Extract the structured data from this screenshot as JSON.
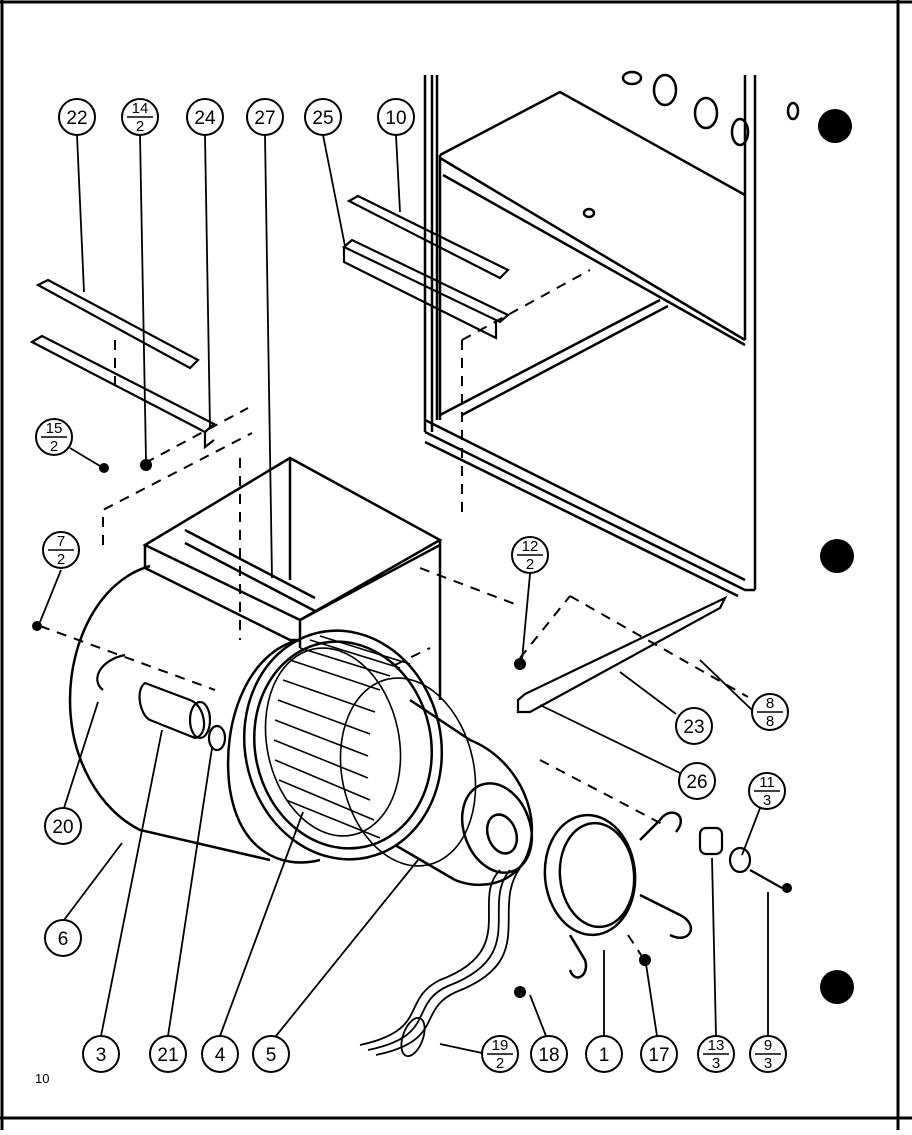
{
  "page": {
    "page_number": "10"
  },
  "callouts": [
    {
      "id": "c22",
      "label": "22"
    },
    {
      "id": "c14_2",
      "top": "14",
      "bottom": "2"
    },
    {
      "id": "c24",
      "label": "24"
    },
    {
      "id": "c27",
      "label": "27"
    },
    {
      "id": "c25",
      "label": "25"
    },
    {
      "id": "c10",
      "label": "10"
    },
    {
      "id": "c15_2",
      "top": "15",
      "bottom": "2"
    },
    {
      "id": "c7_2",
      "top": "7",
      "bottom": "2"
    },
    {
      "id": "c12_2",
      "top": "12",
      "bottom": "2"
    },
    {
      "id": "c8_8",
      "top": "8",
      "bottom": "8"
    },
    {
      "id": "c23",
      "label": "23"
    },
    {
      "id": "c26",
      "label": "26"
    },
    {
      "id": "c11_3",
      "top": "11",
      "bottom": "3"
    },
    {
      "id": "c20",
      "label": "20"
    },
    {
      "id": "c6",
      "label": "6"
    },
    {
      "id": "c3",
      "label": "3"
    },
    {
      "id": "c21",
      "label": "21"
    },
    {
      "id": "c4",
      "label": "4"
    },
    {
      "id": "c5",
      "label": "5"
    },
    {
      "id": "c19_2",
      "top": "19",
      "bottom": "2"
    },
    {
      "id": "c18",
      "label": "18"
    },
    {
      "id": "c1",
      "label": "1"
    },
    {
      "id": "c17",
      "label": "17"
    },
    {
      "id": "c13_3",
      "top": "13",
      "bottom": "3"
    },
    {
      "id": "c9_3",
      "top": "9",
      "bottom": "3"
    }
  ]
}
